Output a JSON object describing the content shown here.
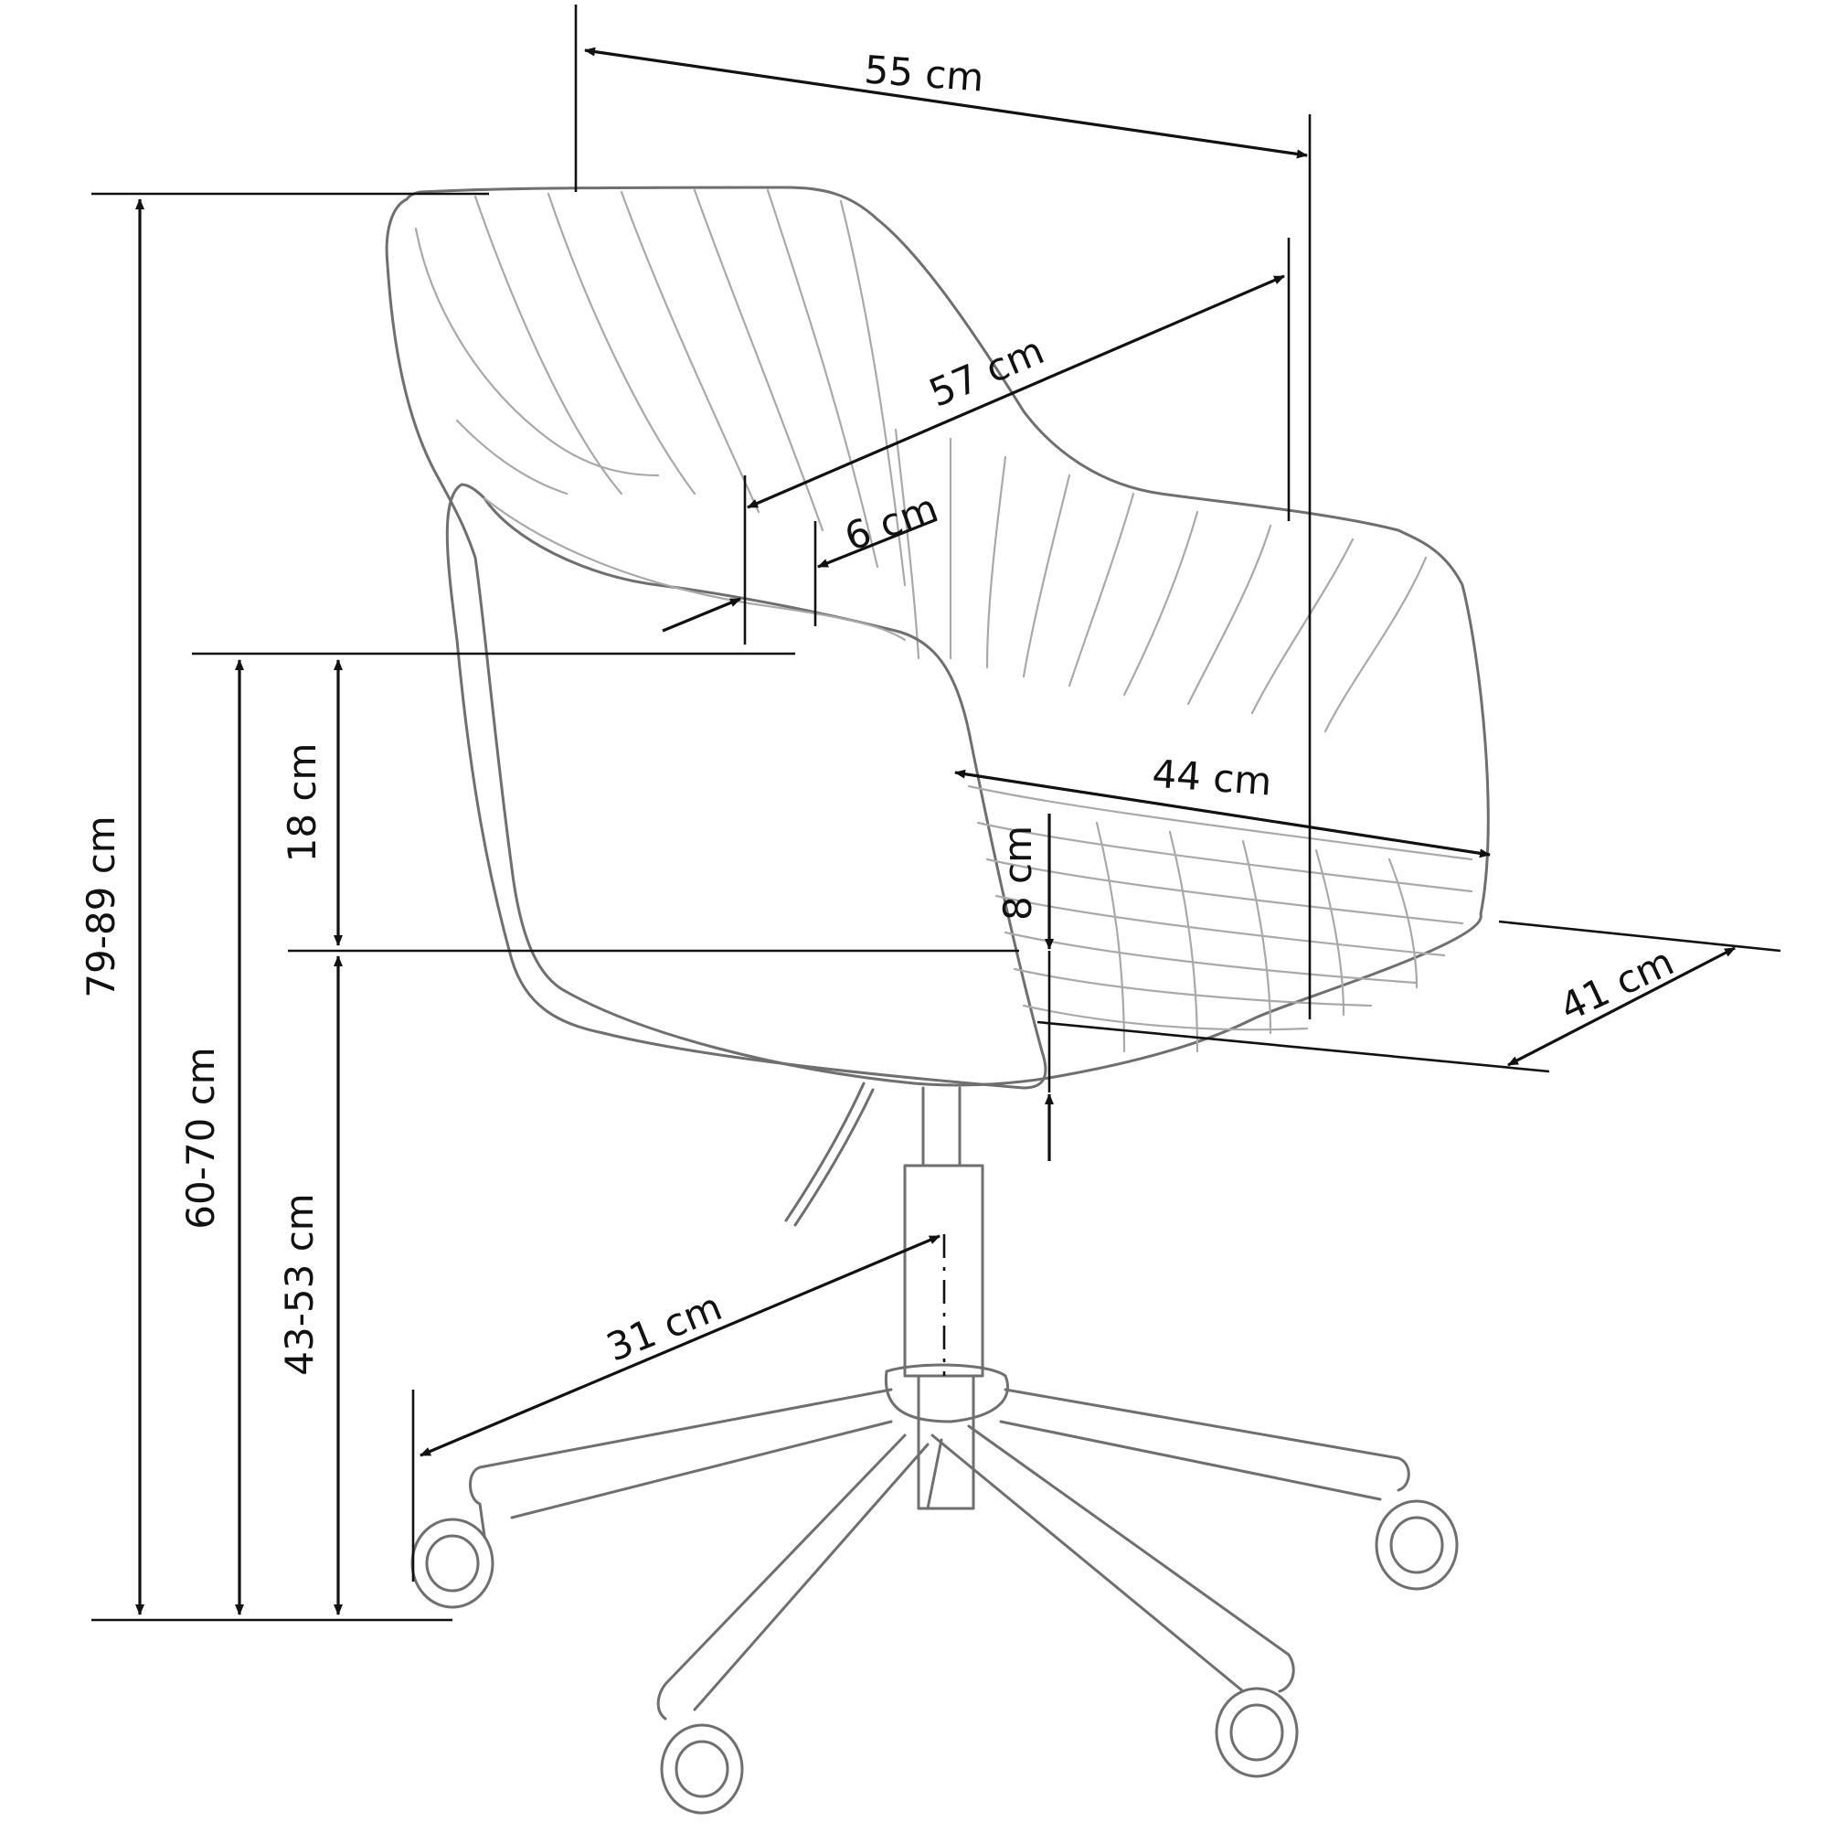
{
  "dimensions": {
    "top_width": "55 cm",
    "seat_depth_diagonal": "57 cm",
    "armrest_width": "6 cm",
    "seat_width": "44 cm",
    "backrest_over_seat": "18 cm",
    "seat_thickness": "8 cm",
    "total_height": "79-89 cm",
    "armrest_height": "60-70 cm",
    "seat_height": "43-53 cm",
    "seat_depth": "41 cm",
    "base_radius": "31 cm"
  },
  "colors": {
    "line": "#111111",
    "sketch": "#6f6f6f",
    "background": "#ffffff"
  }
}
